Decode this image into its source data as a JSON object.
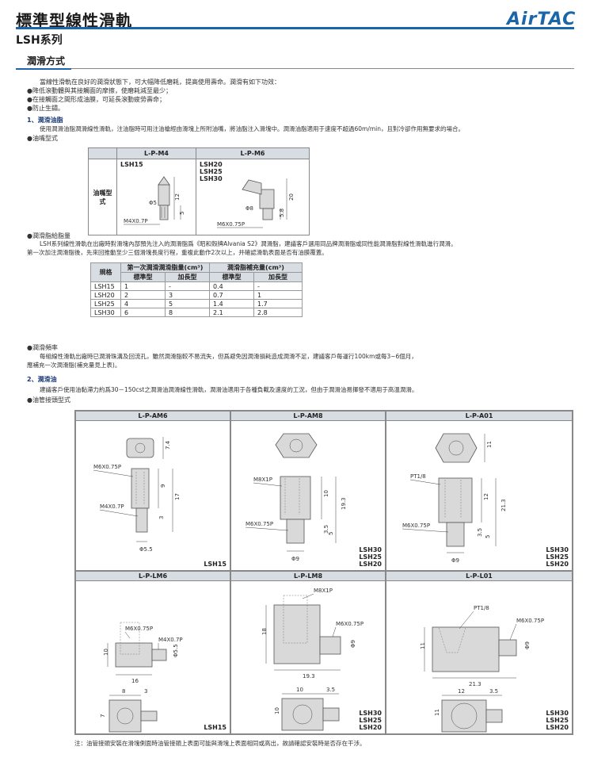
{
  "header": {
    "title": "標準型線性滑軌",
    "logo": "AirTAC",
    "subtitle": "LSH系列"
  },
  "section": "潤滑方式",
  "intro": [
    "當線性滑軌在良好的潤滑狀態下，可大幅降低磨耗，提高使用壽命。潤滑有如下功效：",
    "●降低滾動體與其接觸面的摩擦，使磨耗減至最少；",
    "●在接觸面之間形成油膜，可延長滾動疲勞壽命；",
    "●防止生鏽。"
  ],
  "grease": {
    "heading": "1、潤滑油脂",
    "desc": "使用潤滑油脂潤滑線性滑軌，注油脂時可用注油槍經由滑塊上所附油嘴，將油脂注入滑塊中。潤滑油脂適用于速度不超過60m/min，且對冷卻作用無要求的場合。",
    "type_label": "●油嘴型式",
    "table": {
      "cols": [
        "L-P-M4",
        "L-P-M6"
      ],
      "row_label": "油嘴型式",
      "m4_models": "LSH15",
      "m6_models": [
        "LSH20",
        "LSH25",
        "LSH30"
      ],
      "m4_dims": {
        "thread": "M4X0.7P",
        "dia": "Φ5",
        "h1": "12",
        "h2": "5"
      },
      "m6_dims": {
        "thread": "M6X0.75P",
        "dia": "Φ8",
        "h1": "20",
        "h2": "5.8"
      }
    }
  },
  "amount": {
    "label": "●潤滑脂給脂量",
    "desc1": "LSH系列線性滑軌在出廠時對滑塊內部預先注入的潤滑脂爲《昭和殼牌Alvania S2》潤滑脂，建議客戶選用同品牌潤滑脂或同性能潤滑脂對線性滑軌進行潤滑。",
    "desc2": "第一次加注潤滑脂後，先來回推動至少三個滑塊長度行程，重複此動作2次以上，并確認滑軌表面是否有油膜覆蓋。",
    "headers": {
      "spec": "規格",
      "first": "第一次潤滑潤滑脂量(cm³)",
      "refill": "潤滑脂補充量(cm³)",
      "std": "標準型",
      "long": "加長型"
    },
    "rows": [
      [
        "LSH15",
        "1",
        "-",
        "0.4",
        "-"
      ],
      [
        "LSH20",
        "2",
        "3",
        "0.7",
        "1"
      ],
      [
        "LSH25",
        "4",
        "5",
        "1.4",
        "1.7"
      ],
      [
        "LSH30",
        "6",
        "8",
        "2.1",
        "2.8"
      ]
    ]
  },
  "frequency": {
    "label": "●潤滑頻率",
    "desc1": "每組線性滑軌出廠時已潤滑珠溝及回流孔，雖然潤滑脂較不易流失，但爲避免因潤滑損耗造成潤滑不足，建議客戶每運行100km或每3~6個月，",
    "desc2": "應補充一次潤滑脂(補充量見上表)。"
  },
  "oil": {
    "heading": "2、潤滑油",
    "desc": "建議客戶使用油黏滯力約爲30－150cst之潤滑油潤滑線性滑軌，潤滑油適用于各種負載及速度的工況，但由于潤滑油易揮發不適用于高溫潤滑。",
    "type_label": "●油管接頭型式",
    "cells": [
      {
        "name": "L-P-AM6",
        "models": [
          "LSH15"
        ],
        "labels": {
          "thread1": "M6X0.75P",
          "thread2": "M4X0.7P",
          "dia": "Φ5.5",
          "d1": "7.4",
          "d2": "9",
          "d3": "17",
          "d4": "3"
        }
      },
      {
        "name": "L-P-AM8",
        "models": [
          "LSH30",
          "LSH25",
          "LSH20"
        ],
        "labels": {
          "thread1": "M8X1P",
          "thread2": "M6X0.75P",
          "dia": "Φ9",
          "d1": "10",
          "d2": "19.3",
          "d3": "3.5",
          "d4": "5"
        }
      },
      {
        "name": "L-P-A01",
        "models": [
          "LSH30",
          "LSH25",
          "LSH20"
        ],
        "labels": {
          "thread1": "PT1/8",
          "thread2": "M6X0.75P",
          "dia": "Φ9",
          "d1": "11",
          "d2": "12",
          "d3": "21.3",
          "d4": "3.5",
          "d5": "5"
        }
      },
      {
        "name": "L-P-LM6",
        "models": [
          "LSH15"
        ],
        "labels": {
          "thread1": "M6X0.75P",
          "thread2": "M4X0.7P",
          "dia": "Φ5.5",
          "d1": "10",
          "d2": "16",
          "d3": "8",
          "d4": "3",
          "d5": "7"
        }
      },
      {
        "name": "L-P-LM8",
        "models": [
          "LSH30",
          "LSH25",
          "LSH20"
        ],
        "labels": {
          "thread1": "M8X1P",
          "thread2": "M6X0.75P",
          "dia": "Φ9",
          "d1": "18",
          "d2": "19.3",
          "d3": "10",
          "d4": "3.5",
          "d5": "10"
        }
      },
      {
        "name": "L-P-L01",
        "models": [
          "LSH30",
          "LSH25",
          "LSH20"
        ],
        "labels": {
          "thread1": "PT1/8",
          "thread2": "M6X0.75P",
          "dia": "Φ9",
          "d1": "11",
          "d2": "21.3",
          "d3": "12",
          "d4": "3.5",
          "d5": "11"
        }
      }
    ]
  },
  "note": "注：油管接頭安裝在滑塊側面時油管接頭上表面可能與滑塊上表面相同或高出，故請確認安裝時是否存在干涉。"
}
